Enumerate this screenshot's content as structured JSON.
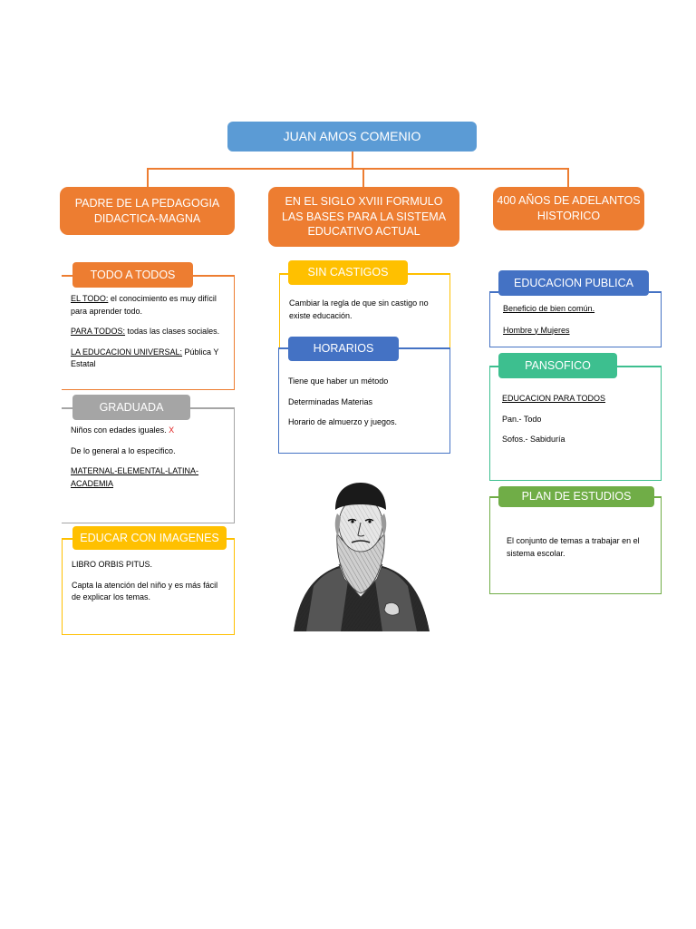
{
  "root": {
    "title": "JUAN AMOS COMENIO"
  },
  "branches": [
    {
      "label": "PADRE DE LA PEDAGOGIA DIDACTICA-MAGNA"
    },
    {
      "label": "EN EL SIGLO XVIII FORMULO LAS BASES PARA LA SISTEMA EDUCATIVO ACTUAL"
    },
    {
      "label": "400 AÑOS DE ADELANTOS HISTORICO"
    }
  ],
  "todo_a_todos": {
    "title": "TODO A TODOS",
    "items": [
      {
        "term": "EL TODO:",
        "text": " el conocimiento es muy difícil para aprender todo."
      },
      {
        "term": "PARA TODOS:",
        "text": " todas las clases sociales."
      },
      {
        "term": "LA EDUCACION UNIVERSAL:",
        "text": " Pública Y Estatal"
      }
    ]
  },
  "graduada": {
    "title": "GRADUADA",
    "line1": "Niños con edades iguales.",
    "line1_mark": " X",
    "line2": "De lo general a lo especifico.",
    "line3": "MATERNAL-ELEMENTAL-LATINA-ACADEMIA"
  },
  "educar_imagenes": {
    "title": "EDUCAR CON IMAGENES",
    "line1": "LIBRO ORBIS PITUS.",
    "line2": "Capta la atención del niño y es más fácil de explicar los temas."
  },
  "sin_castigos": {
    "title": "SIN CASTIGOS",
    "text": "Cambiar la regla de que sin castigo no existe educación."
  },
  "horarios": {
    "title": "HORARIOS",
    "items": [
      "Tiene que haber un método",
      "Determinadas Materias",
      "Horario de almuerzo y juegos."
    ]
  },
  "educacion_publica": {
    "title": "EDUCACION PUBLICA",
    "items": [
      "Beneficio de  bien común.",
      "Hombre y Mujeres"
    ]
  },
  "pansofico": {
    "title": "PANSOFICO",
    "items": [
      "EDUCACION PARA TODOS",
      "Pan.- Todo",
      "Sofos.- Sabiduría"
    ]
  },
  "plan_estudios": {
    "title": "PLAN DE ESTUDIOS",
    "text": "El conjunto de temas a trabajar en el sistema escolar."
  },
  "colors": {
    "orange": "#ed7d31",
    "blue": "#5b9bd5",
    "darkblue": "#4472c4",
    "yellow": "#ffc000",
    "gray": "#a5a5a5",
    "green": "#70ad47",
    "teal": "#3dbf8f"
  }
}
